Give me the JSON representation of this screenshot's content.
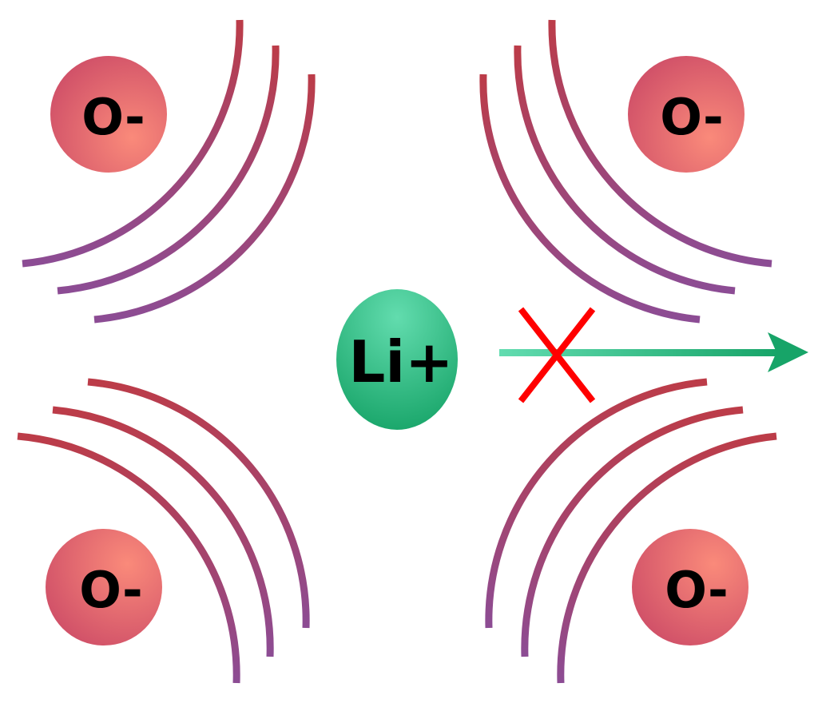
{
  "anions": [
    {
      "label": "O-"
    },
    {
      "label": "O-"
    },
    {
      "label": "O-"
    },
    {
      "label": "O-"
    }
  ],
  "cation": {
    "label": "Li+"
  },
  "colors": {
    "anion_light": "#fa8a7a",
    "anion_dark": "#d05068",
    "cation_light": "#62dcae",
    "cation_dark": "#17a468",
    "arc_red": "#bc3c48",
    "arc_purple": "#8c4c94",
    "blocked_mark": "#ff0000",
    "arrow_light": "#62dcb0",
    "arrow_dark": "#17a468"
  }
}
